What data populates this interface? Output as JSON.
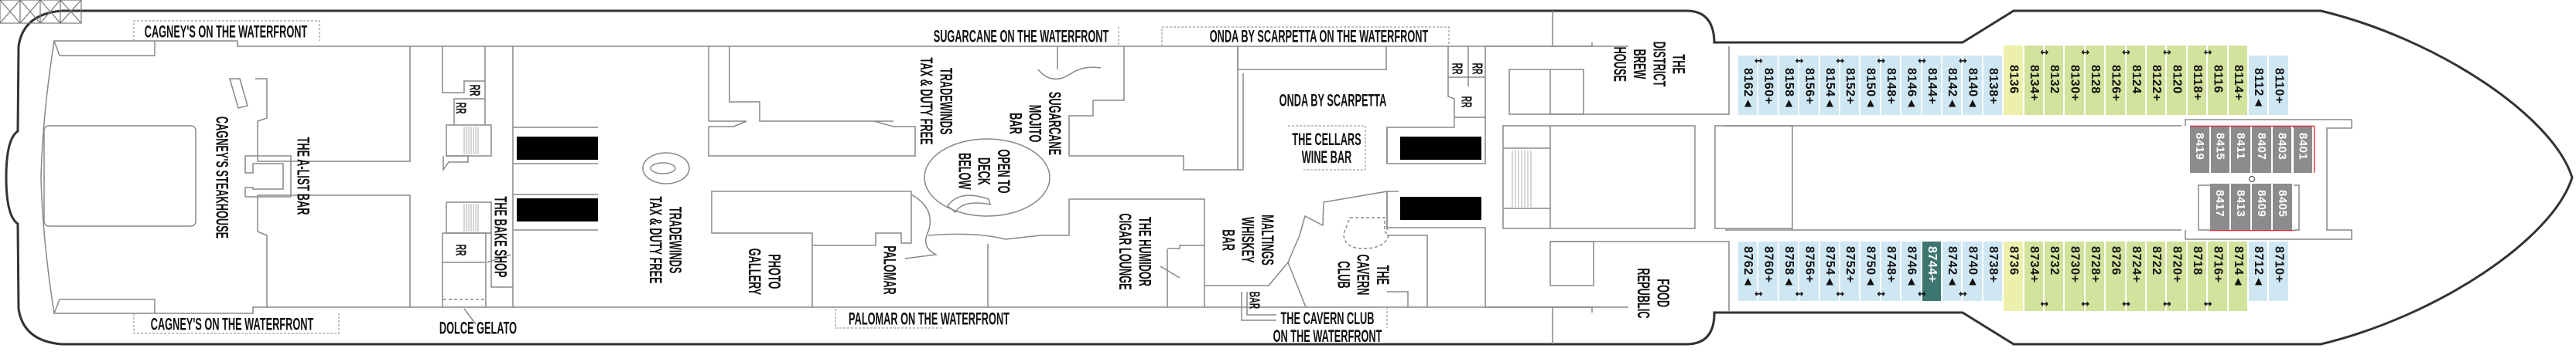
{
  "colors": {
    "blue": "#cfe7f3",
    "green": "#d3e29c",
    "pale": "#edf0aa",
    "teal": "#3d7670",
    "grey": "#8c8c8c",
    "highlight": "#e8202a"
  },
  "venues": {
    "cagney_top": "CAGNEY'S ON THE WATERFRONT",
    "cagney_bottom": "CAGNEY'S ON THE WATERFRONT",
    "steakhouse": "CAGNEY'S STEAKHOUSE",
    "alist": "THE A-LIST BAR",
    "rr1": "RR",
    "rr2": "RR",
    "rr3": "RR",
    "rr4": "RR",
    "rr5": "RR",
    "rr6": "RR",
    "bake_shop": "THE BAKE SHOP",
    "dolce": "DOLCE GELATO",
    "tradewinds_lower": "TRADEWINDS\nTAX & DUTY FREE",
    "tradewinds_upper": "TRADEWINDS\nTAX & DUTY FREE",
    "sugarcane_otw": "SUGARCANE ON THE WATERFRONT",
    "mojito": "SUGARCANE\nMOJITO\nBAR",
    "open_deck": "OPEN TO\nDECK\nBELOW",
    "photo": "PHOTO\nGALLERY",
    "palomar": "PALOMAR",
    "palomar_otw": "PALOMAR ON THE WATERFRONT",
    "humidor": "THE HUMIDOR\nCIGAR LOUNGE",
    "maltings": "MALTINGS\nWHISKEY\nBAR",
    "bar": "BAR",
    "onda_otw": "ONDA BY SCARPETTA ON THE WATERFRONT",
    "onda": "ONDA BY SCARPETTA",
    "cellars": "THE CELLARS\nWINE BAR",
    "cavern": "THE\nCAVERN\nCLUB",
    "cavern_otw": "THE CAVERN CLUB\nON THE WATERFRONT",
    "district": "THE\nDISTRICT\nBREW\nHOUSE",
    "food": "FOOD\nREPUBLIC"
  },
  "cabins": {
    "top_row": [
      {
        "label": "8162▲",
        "cat": "blue",
        "conn": true
      },
      {
        "label": "8160+",
        "cat": "blue"
      },
      {
        "label": "8158▲",
        "cat": "blue",
        "conn": true
      },
      {
        "label": "8156+",
        "cat": "blue"
      },
      {
        "label": "8154▲",
        "cat": "blue",
        "conn": true
      },
      {
        "label": "8152+",
        "cat": "blue"
      },
      {
        "label": "8150▲",
        "cat": "blue",
        "conn": true
      },
      {
        "label": "8148+",
        "cat": "blue"
      },
      {
        "label": "8146▲",
        "cat": "blue",
        "conn": true
      },
      {
        "label": "8144+",
        "cat": "blue"
      },
      {
        "label": "8142▲",
        "cat": "blue",
        "conn": true
      },
      {
        "label": "8140▲",
        "cat": "blue"
      },
      {
        "label": "8138+",
        "cat": "blue"
      },
      {
        "label": "8136",
        "cat": "pale"
      },
      {
        "label": "8134+",
        "cat": "green",
        "conn": true
      },
      {
        "label": "8132",
        "cat": "green"
      },
      {
        "label": "8130+",
        "cat": "green",
        "conn": true
      },
      {
        "label": "8128",
        "cat": "green"
      },
      {
        "label": "8126+",
        "cat": "green",
        "conn": true
      },
      {
        "label": "8124",
        "cat": "green"
      },
      {
        "label": "8122+",
        "cat": "green",
        "conn": true
      },
      {
        "label": "8120",
        "cat": "green"
      },
      {
        "label": "8118+",
        "cat": "green",
        "conn": true
      },
      {
        "label": "8116",
        "cat": "green"
      },
      {
        "label": "8114+",
        "cat": "green"
      },
      {
        "label": "8112▲",
        "cat": "blue"
      },
      {
        "label": "8110+",
        "cat": "blue"
      }
    ],
    "bottom_row": [
      {
        "label": "8762▲",
        "cat": "blue",
        "conn": true
      },
      {
        "label": "8760+",
        "cat": "blue"
      },
      {
        "label": "8758▲",
        "cat": "blue",
        "conn": true
      },
      {
        "label": "8756+",
        "cat": "blue"
      },
      {
        "label": "8754▲",
        "cat": "blue",
        "conn": true
      },
      {
        "label": "8752+",
        "cat": "blue"
      },
      {
        "label": "8750▲",
        "cat": "blue",
        "conn": true
      },
      {
        "label": "8748+",
        "cat": "blue"
      },
      {
        "label": "8746▲",
        "cat": "blue",
        "conn": true
      },
      {
        "label": "8744+",
        "cat": "teal"
      },
      {
        "label": "8742▲",
        "cat": "blue",
        "conn": true
      },
      {
        "label": "8740▲",
        "cat": "blue"
      },
      {
        "label": "8738+",
        "cat": "blue"
      },
      {
        "label": "8736",
        "cat": "pale"
      },
      {
        "label": "8734+",
        "cat": "green",
        "conn": true
      },
      {
        "label": "8732",
        "cat": "green"
      },
      {
        "label": "8730+",
        "cat": "green",
        "conn": true
      },
      {
        "label": "8728+",
        "cat": "green"
      },
      {
        "label": "8726",
        "cat": "green",
        "conn": true
      },
      {
        "label": "8724+",
        "cat": "green"
      },
      {
        "label": "8722",
        "cat": "green",
        "conn": true
      },
      {
        "label": "8720+",
        "cat": "green"
      },
      {
        "label": "8718",
        "cat": "green",
        "conn": true
      },
      {
        "label": "8716+",
        "cat": "green"
      },
      {
        "label": "8714▲",
        "cat": "green"
      },
      {
        "label": "8712▲",
        "cat": "blue"
      },
      {
        "label": "8710+",
        "cat": "blue"
      }
    ],
    "forward_top": [
      "8419",
      "8415",
      "8411",
      "8407",
      "8403",
      "8401"
    ],
    "forward_bottom": [
      "8417",
      "8413",
      "8409",
      "8405"
    ]
  },
  "icons": {
    "connecting": "↔",
    "elevator": "elevator-icon",
    "stairs": "stairs-icon"
  }
}
